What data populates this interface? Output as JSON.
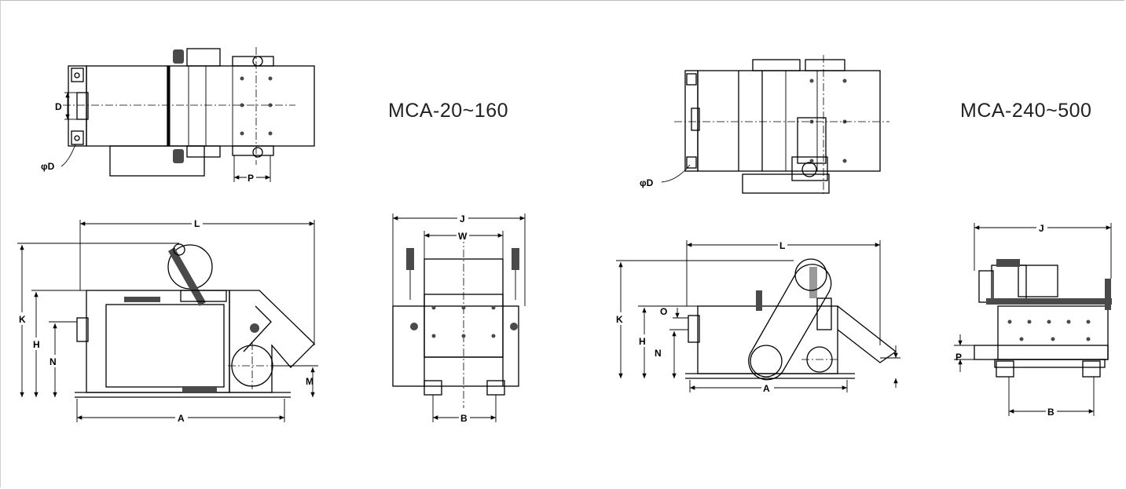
{
  "models": {
    "small": {
      "title": "MCA-20~160"
    },
    "large": {
      "title": "MCA-240~500"
    }
  },
  "dimension_labels": {
    "A": "A",
    "B": "B",
    "D": "D",
    "phiD": "φD",
    "H": "H",
    "J": "J",
    "K": "K",
    "L": "L",
    "M": "M",
    "N": "N",
    "O": "O",
    "P": "P",
    "W": "W"
  }
}
